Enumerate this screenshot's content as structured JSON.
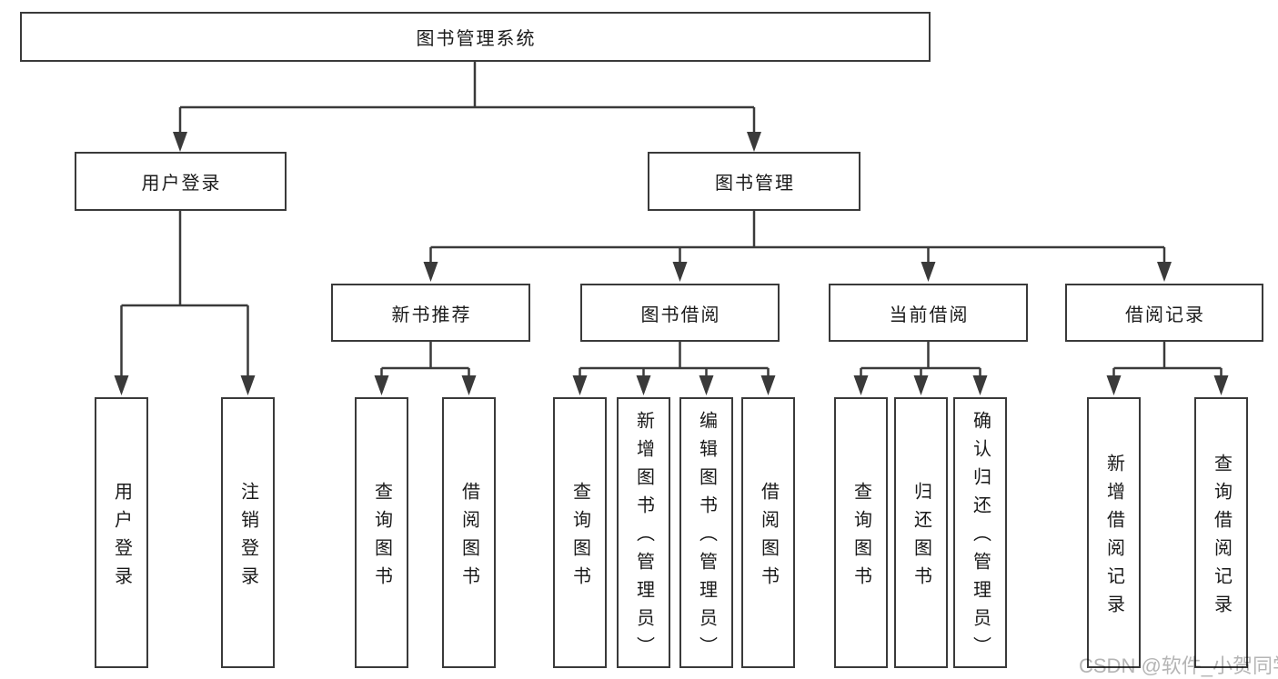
{
  "diagram": {
    "root": {
      "label": "图书管理系统"
    },
    "level2": [
      {
        "label": "用户登录"
      },
      {
        "label": "图书管理"
      }
    ],
    "level3": [
      {
        "label": "新书推荐"
      },
      {
        "label": "图书借阅"
      },
      {
        "label": "当前借阅"
      },
      {
        "label": "借阅记录"
      }
    ],
    "leaves": {
      "user_login": [
        {
          "label": "用户登录"
        },
        {
          "label": "注销登录"
        }
      ],
      "new_book": [
        {
          "label": "查询图书"
        },
        {
          "label": "借阅图书"
        }
      ],
      "borrow": [
        {
          "label": "查询图书"
        },
        {
          "label": "新增图书（管理员）"
        },
        {
          "label": "编辑图书（管理员）"
        },
        {
          "label": "借阅图书"
        }
      ],
      "current": [
        {
          "label": "查询图书"
        },
        {
          "label": "归还图书"
        },
        {
          "label": "确认归还（管理员）"
        }
      ],
      "records": [
        {
          "label": "新增借阅记录"
        },
        {
          "label": "查询借阅记录"
        }
      ]
    }
  },
  "watermark": {
    "text": "CSDN @软件_小贺同学"
  },
  "colors": {
    "background": "#ffffff",
    "line": "#3a3a3a",
    "box_border": "#3a3a3a",
    "box_fill": "#ffffff",
    "text": "#1a1a1a",
    "watermark": "#b5b5b5"
  }
}
